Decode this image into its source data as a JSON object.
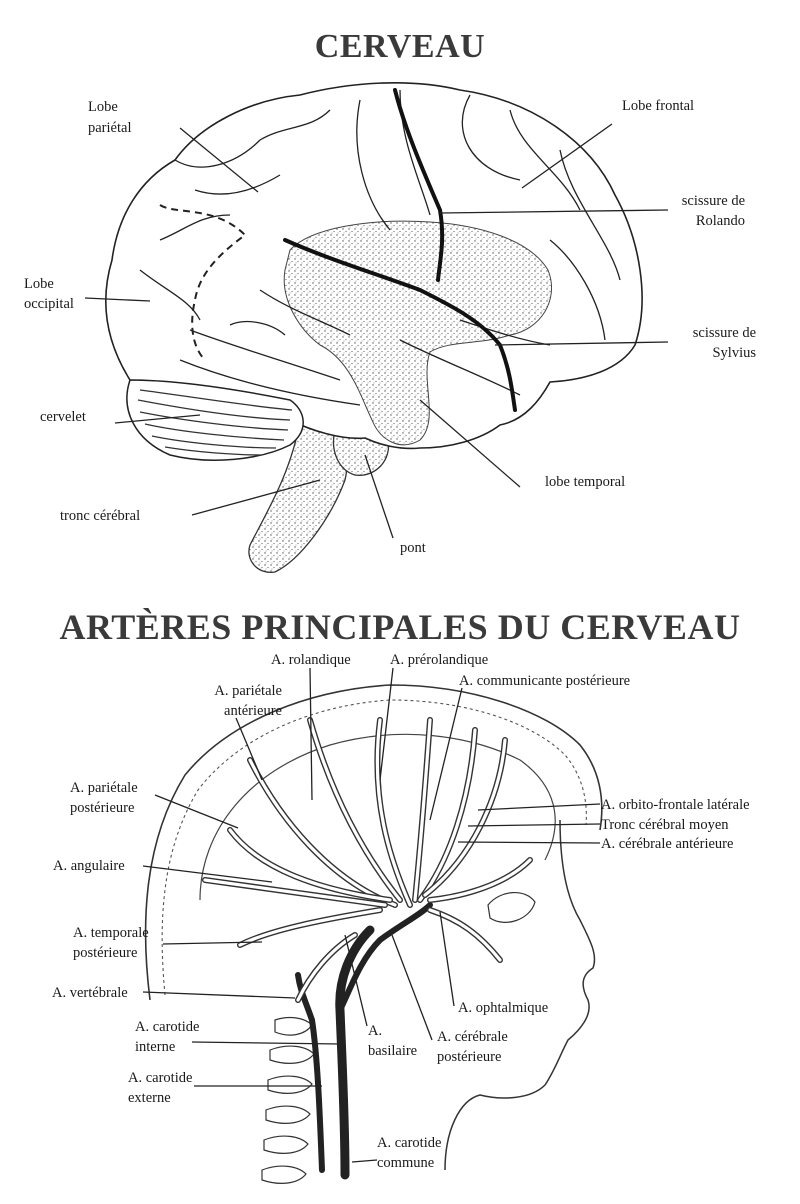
{
  "titles": {
    "brain": "CERVEAU",
    "arteries": "ARTÈRES PRINCIPALES DU CERVEAU"
  },
  "brain_labels": {
    "lobe_parietal": [
      "Lobe",
      "pariétal"
    ],
    "lobe_frontal": [
      "Lobe frontal"
    ],
    "scissure_rolando": [
      "scissure de",
      "Rolando"
    ],
    "lobe_occipital": [
      "Lobe",
      "occipital"
    ],
    "scissure_sylvius": [
      "scissure de",
      "Sylvius"
    ],
    "cervelet": [
      "cervelet"
    ],
    "lobe_temporal": [
      "lobe temporal"
    ],
    "tronc_cerebral": [
      "tronc cérébral"
    ],
    "pont": [
      "pont"
    ]
  },
  "artery_labels": {
    "rolandique": [
      "A. rolandique"
    ],
    "prerolandique": [
      "A. prérolandique"
    ],
    "communicante_posterieure": [
      "A. communicante postérieure"
    ],
    "parietale_anterieure": [
      "A. pariétale",
      "antérieure"
    ],
    "parietale_posterieure": [
      "A. pariétale",
      "postérieure"
    ],
    "orbito_frontale": [
      "A. orbito-frontale latérale"
    ],
    "tronc_cerebral_moyen": [
      "Tronc cérébral moyen"
    ],
    "cerebrale_anterieure": [
      "A. cérébrale antérieure"
    ],
    "angulaire": [
      "A. angulaire"
    ],
    "temporale_posterieure": [
      "A. temporale",
      "postérieure"
    ],
    "vertebrale": [
      "A. vertébrale"
    ],
    "ophtalmique": [
      "A. ophtalmique"
    ],
    "carotide_interne": [
      "A. carotide",
      "interne"
    ],
    "basilaire": [
      "A.",
      "basilaire"
    ],
    "cerebrale_posterieure": [
      "A. cérébrale",
      "postérieure"
    ],
    "carotide_externe": [
      "A. carotide",
      "externe"
    ],
    "carotide_commune": [
      "A. carotide",
      "commune"
    ]
  }
}
